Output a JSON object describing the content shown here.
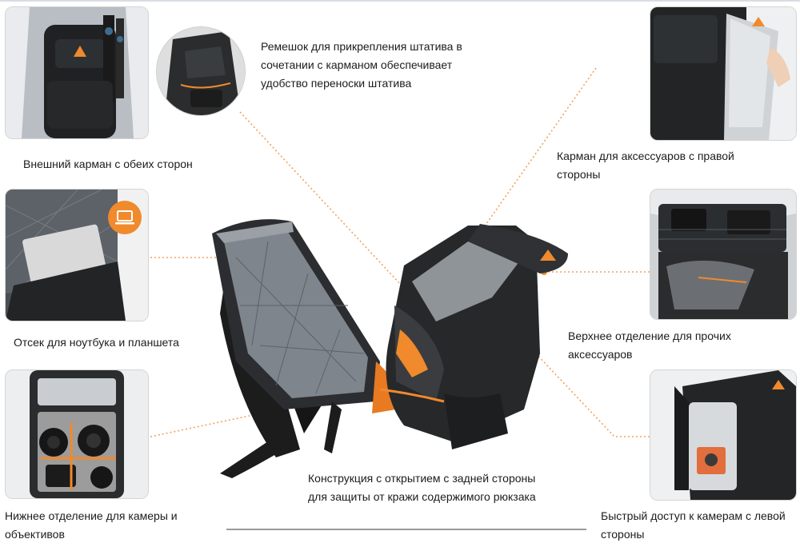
{
  "captions": {
    "tripod_strap": "Ремешок для прикрепления штатива в сочетании с карманом обеспечивает удобство переноски штатива",
    "outer_pocket": "Внешний карман с обеих сторон",
    "right_accessory_pocket": "Карман для аксессуаров с правой стороны",
    "laptop_compartment": "Отсек для ноутбука и планшета",
    "upper_compartment": "Верхнее отделение для прочих аксессуаров",
    "lower_compartment": "Нижнее отделение для камеры и объективов",
    "back_opening": "Конструкция с открытием с задней стороны для защиты от кражи содержимого рюкзака",
    "quick_access": "Быстрый доступ к камерам с левой стороны"
  },
  "colors": {
    "accent": "#f08a2c",
    "leader_line": "#f3a15a",
    "bag_body": "#232323",
    "thumb_border": "#d4d4d4"
  },
  "icons": {
    "laptop_badge": "laptop-icon"
  }
}
